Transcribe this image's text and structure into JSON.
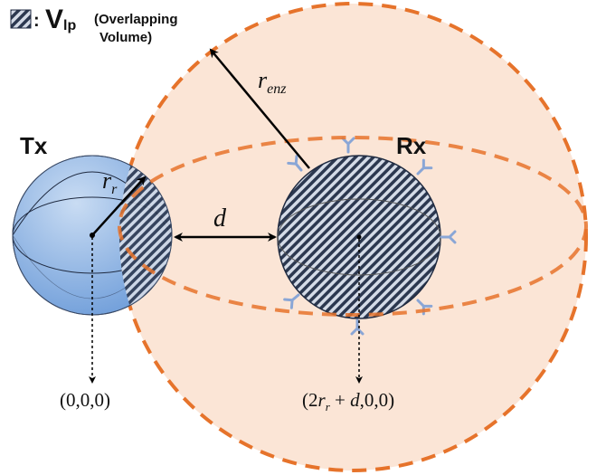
{
  "legend": {
    "prefix": ":",
    "symbol": "V",
    "symbol_sub": "lp",
    "description_line1": "(Overlapping",
    "description_line2": "Volume)"
  },
  "tx": {
    "label": "Tx",
    "radius_main": "r",
    "radius_sub": "r"
  },
  "rx": {
    "label": "Rx"
  },
  "distance": {
    "label": "d"
  },
  "enzyme_radius": {
    "main": "r",
    "sub": "enz"
  },
  "coordinates": {
    "tx": "(0,0,0)",
    "rx_a": "(2",
    "rx_r": "r",
    "rx_sub": "r",
    "rx_b": " + ",
    "rx_d": "d",
    "rx_c": ",0,0)"
  },
  "colors": {
    "enzyme_fill": "#fbe5d6",
    "enzyme_stroke": "#e6732b",
    "tx_fill": "#8db3e2",
    "rx_fill": "#8496b0",
    "receptor": "#8aa6d6"
  }
}
